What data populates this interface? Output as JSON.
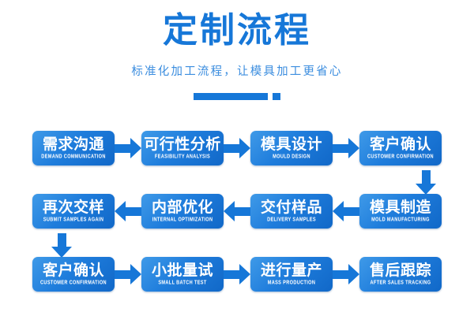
{
  "header": {
    "title": "定制流程",
    "subtitle": "标准化加工流程，让模具加工更省心",
    "accent_color": "#1677d8",
    "subtitle_color": "#3b8ddf"
  },
  "flow": {
    "node_gradient_from": "#3f9ae8",
    "node_gradient_to": "#1168c8",
    "rows": [
      {
        "direction": "right",
        "nodes": [
          {
            "title": "需求沟通",
            "sub": "DEMAND COMMUNICATION"
          },
          {
            "title": "可行性分析",
            "sub": "FEASIBILITY ANALYSIS"
          },
          {
            "title": "模具设计",
            "sub": "MOULD DESIGN"
          },
          {
            "title": "客户确认",
            "sub": "CUSTOMER CONFIRMATION"
          }
        ]
      },
      {
        "direction": "left",
        "nodes": [
          {
            "title": "再次交样",
            "sub": "SUBMIT SAMPLES AGAIN"
          },
          {
            "title": "内部优化",
            "sub": "INTERNAL OPTIMIZATION"
          },
          {
            "title": "交付样品",
            "sub": "DELIVERY SAMPLES"
          },
          {
            "title": "模具制造",
            "sub": "MOLD MANUFACTURING"
          }
        ]
      },
      {
        "direction": "right",
        "nodes": [
          {
            "title": "客户确认",
            "sub": "CUSTOMER CONFIRMATION"
          },
          {
            "title": "小批量试",
            "sub": "SMALL BATCH TEST"
          },
          {
            "title": "进行量产",
            "sub": "MASS PRODUCTION"
          },
          {
            "title": "售后跟踪",
            "sub": "AFTER SALES TRACKING"
          }
        ]
      }
    ],
    "connectors": [
      {
        "name": "row1-to-row2-down-arrow",
        "side": "right"
      },
      {
        "name": "row2-to-row3-down-arrow",
        "side": "left"
      }
    ]
  }
}
